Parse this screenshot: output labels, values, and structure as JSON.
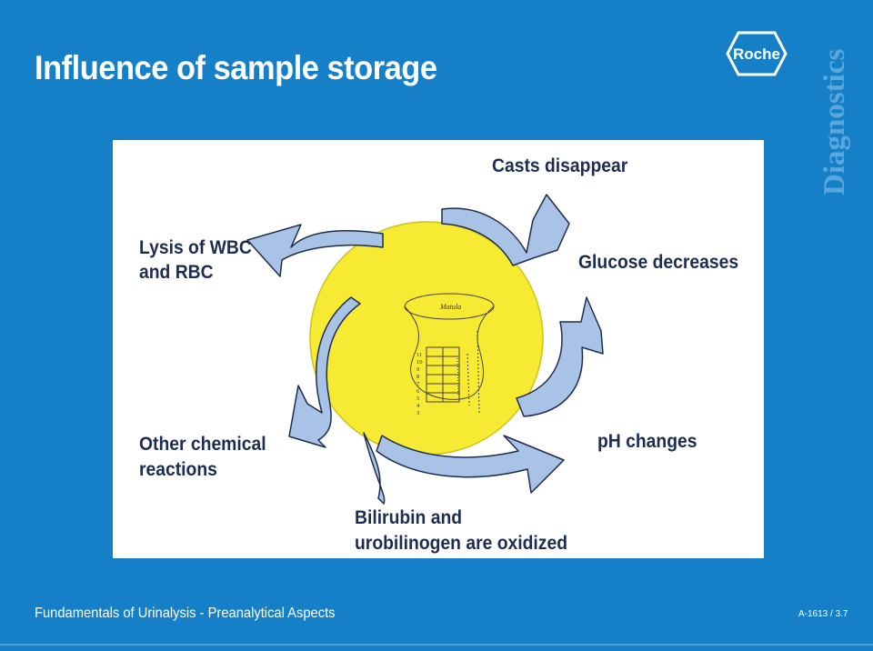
{
  "slide": {
    "title": "Influence of sample storage",
    "logo_text": "Roche",
    "brand_text": "Diagnostics",
    "footer_text": "Fundamentals of Urinalysis - Preanalytical Aspects",
    "slide_code": "A-1613 / 3.7"
  },
  "diagram": {
    "labels": {
      "casts": "Casts disappear",
      "lysis_line1": "Lysis of WBC",
      "lysis_line2": "and RBC",
      "glucose": "Glucose decreases",
      "other_line1": "Other chemical",
      "other_line2": "reactions",
      "ph": "pH changes",
      "bili_line1": "Bilirubin and",
      "bili_line2": "urobilinogen are oxidized"
    },
    "matula_label": "Matula",
    "colors": {
      "circle": "#f6ea33",
      "arrow_fill": "#a9c3e6",
      "arrow_stroke": "#1e2c4f",
      "text": "#1d2d52"
    }
  }
}
